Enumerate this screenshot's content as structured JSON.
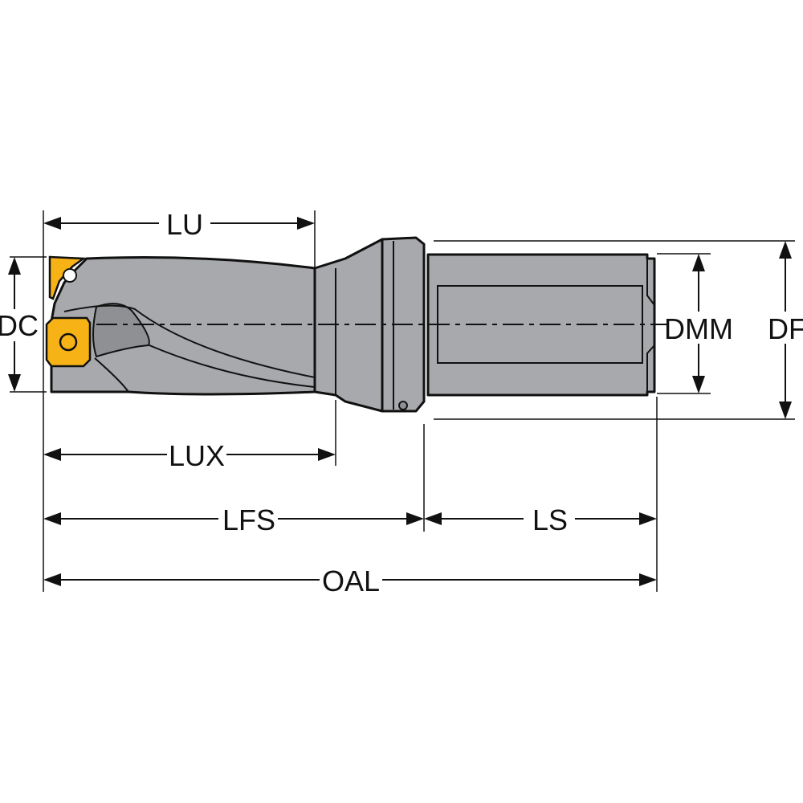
{
  "labels": {
    "lu": "LU",
    "dc": "DC",
    "dmm": "DMM",
    "df": "DF",
    "lux": "LUX",
    "lfs": "LFS",
    "ls": "LS",
    "oal": "OAL"
  },
  "colors": {
    "tool_body": "#a7a9ac",
    "tool_shadow": "#8e9093",
    "insert": "#f7b316",
    "outline": "#111111",
    "background": "#ffffff"
  }
}
